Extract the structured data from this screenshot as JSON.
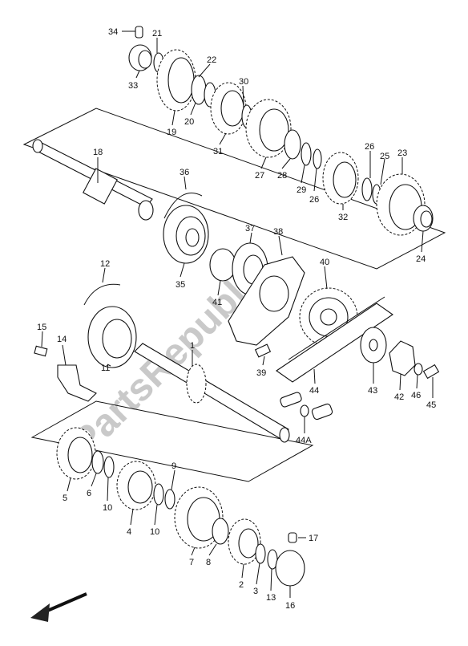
{
  "watermark": "PartsRepublik",
  "labels": {
    "l34": "34",
    "l21": "21",
    "l22": "22",
    "l33": "33",
    "l30": "30",
    "l20": "20",
    "l19": "19",
    "l31": "31",
    "l27": "27",
    "l28": "28",
    "l29": "29",
    "l26a": "26",
    "l26b": "26",
    "l25": "25",
    "l23": "23",
    "l32": "32",
    "l24": "24",
    "l18": "18",
    "l36": "36",
    "l37": "37",
    "l38": "38",
    "l40": "40",
    "l35": "35",
    "l41": "41",
    "l12": "12",
    "l15": "15",
    "l14": "14",
    "l1": "1",
    "l39": "39",
    "l11": "11",
    "l44": "44",
    "l43": "43",
    "l42": "42",
    "l46": "46",
    "l45": "45",
    "l44a": "44A",
    "l9": "9",
    "l5": "5",
    "l6": "6",
    "l10a": "10",
    "l4": "4",
    "l10b": "10",
    "l7": "7",
    "l8": "8",
    "l17": "17",
    "l2": "2",
    "l3": "3",
    "l13": "13",
    "l16": "16"
  }
}
